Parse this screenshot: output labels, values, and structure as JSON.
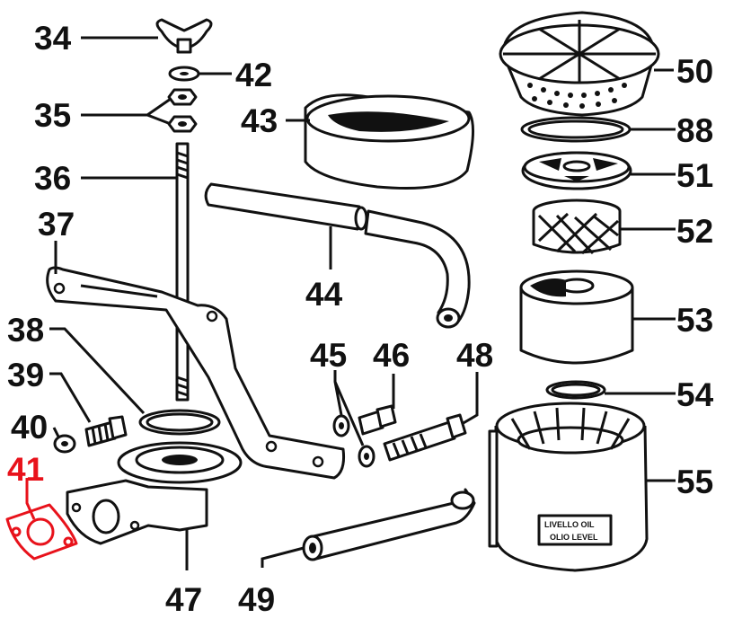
{
  "accent_color": "#e8121b",
  "highlighted_part": "41",
  "labels": {
    "p34": "34",
    "p35": "35",
    "p36": "36",
    "p37": "37",
    "p38": "38",
    "p39": "39",
    "p40": "40",
    "p41": "41",
    "p42": "42",
    "p43": "43",
    "p44": "44",
    "p45": "45",
    "p46": "46",
    "p47": "47",
    "p48": "48",
    "p49": "49",
    "p50": "50",
    "p51": "51",
    "p52": "52",
    "p53": "53",
    "p54": "54",
    "p55": "55",
    "p88": "88"
  },
  "bowl_stamp": {
    "line1": "LIVELLO OIL",
    "line2": "OLIO LEVEL"
  }
}
